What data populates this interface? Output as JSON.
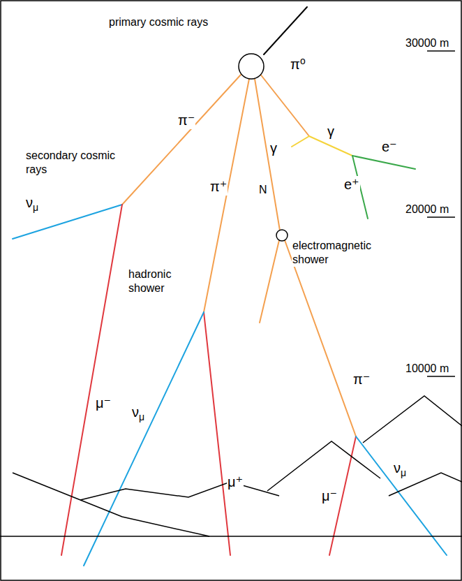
{
  "diagram": {
    "labels": [
      "primary cosmic rays",
      "30000 m",
      "π⁰",
      "γ",
      "γ",
      "e⁻",
      "e⁺",
      "π⁻",
      "secondary cosmic rays",
      "π⁺",
      "N",
      "20000 m",
      "νμ",
      "electromagnetic shower",
      "hadronic shower",
      "10000 m",
      "π⁻",
      "μ⁻",
      "νμ",
      "μ⁺",
      "νμ",
      "μ⁻"
    ]
  }
}
